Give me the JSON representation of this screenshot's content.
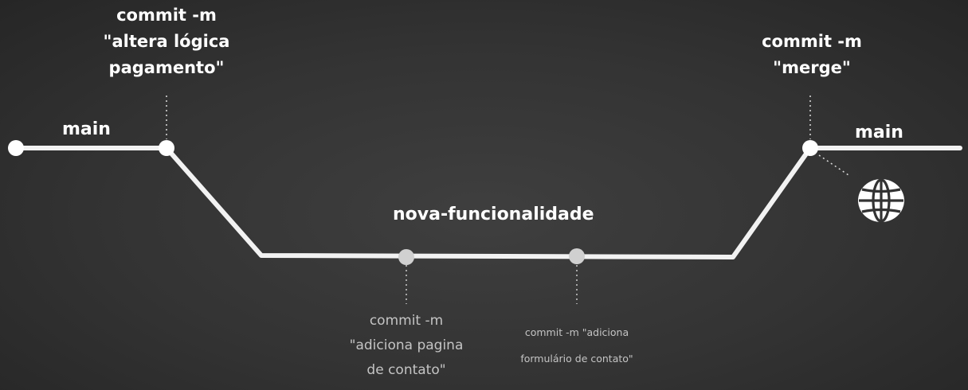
{
  "branches": {
    "main_left": "main",
    "main_right": "main",
    "feature": "nova-funcionalidade"
  },
  "commits": {
    "c1": {
      "line1": "commit -m",
      "line2": "\"altera lógica",
      "line3": "pagamento\""
    },
    "merge": {
      "line1": "commit -m",
      "line2": "\"merge\""
    },
    "c2": {
      "line1": "commit -m",
      "line2": "\"adiciona pagina",
      "line3": "de contato\""
    },
    "c3": {
      "line1": "commit -m \"adiciona",
      "line2": "formulário de contato\""
    }
  },
  "icons": {
    "deploy": "globe-icon"
  },
  "colors": {
    "background": "#333333",
    "line": "#f2f2f2",
    "muted_text": "#c4c4c4",
    "node_feature": "#d0d0d0"
  }
}
